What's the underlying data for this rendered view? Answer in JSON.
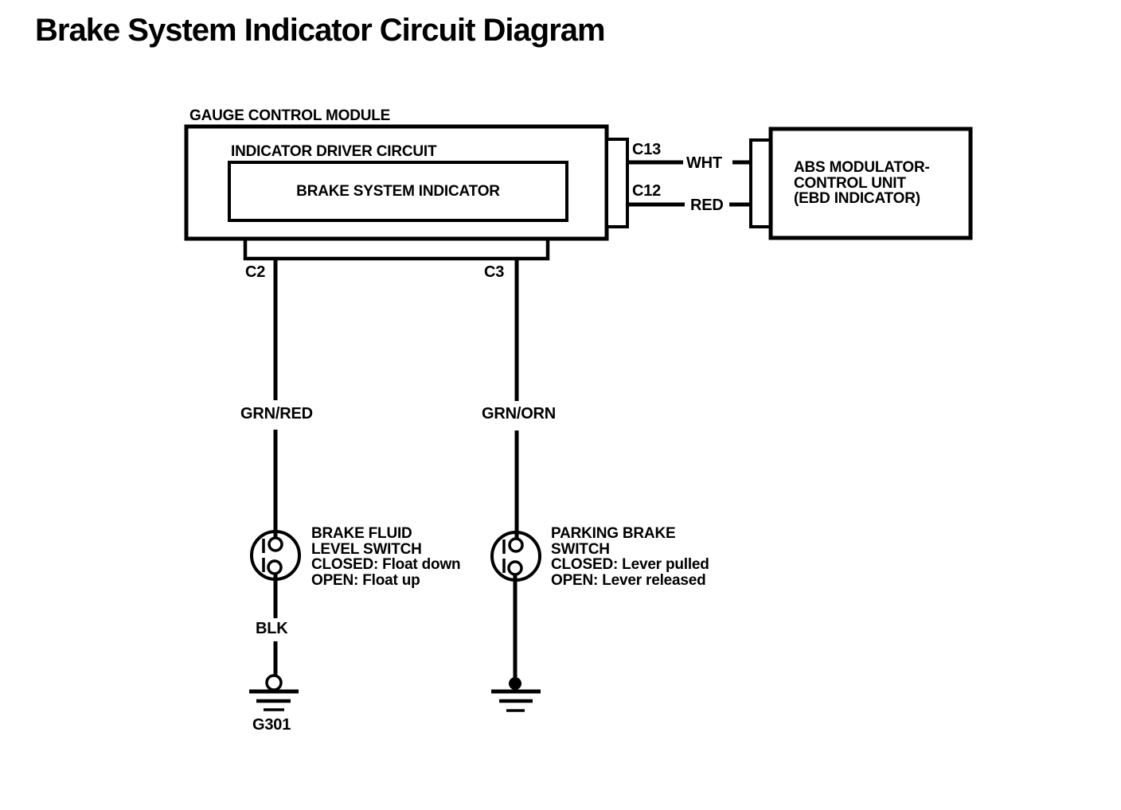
{
  "page": {
    "title": "Brake System Indicator Circuit Diagram"
  },
  "modules": {
    "gauge": {
      "label": "GAUGE CONTROL MODULE"
    },
    "indicator_driver": {
      "label": "INDICATOR DRIVER CIRCUIT"
    },
    "brake_system_indicator": {
      "label": "BRAKE SYSTEM INDICATOR"
    },
    "abs": {
      "lines": [
        "ABS MODULATOR-",
        "CONTROL UNIT",
        "(EBD INDICATOR)"
      ]
    }
  },
  "connectors": {
    "c13": "C13",
    "c12": "C12",
    "c2": "C2",
    "c3": "C3"
  },
  "wires": {
    "wht": "WHT",
    "red": "RED",
    "grn_red": "GRN/RED",
    "grn_orn": "GRN/ORN",
    "blk": "BLK"
  },
  "switches": {
    "brake_fluid": {
      "lines": [
        "BRAKE FLUID",
        "LEVEL SWITCH",
        "CLOSED: Float down",
        "OPEN: Float up"
      ]
    },
    "parking_brake": {
      "lines": [
        "PARKING BRAKE",
        "SWITCH",
        "CLOSED: Lever pulled",
        "OPEN: Lever released"
      ]
    }
  },
  "grounds": {
    "g301": "G301"
  },
  "colors": {
    "ink": "#000000",
    "paper": "#ffffff"
  }
}
